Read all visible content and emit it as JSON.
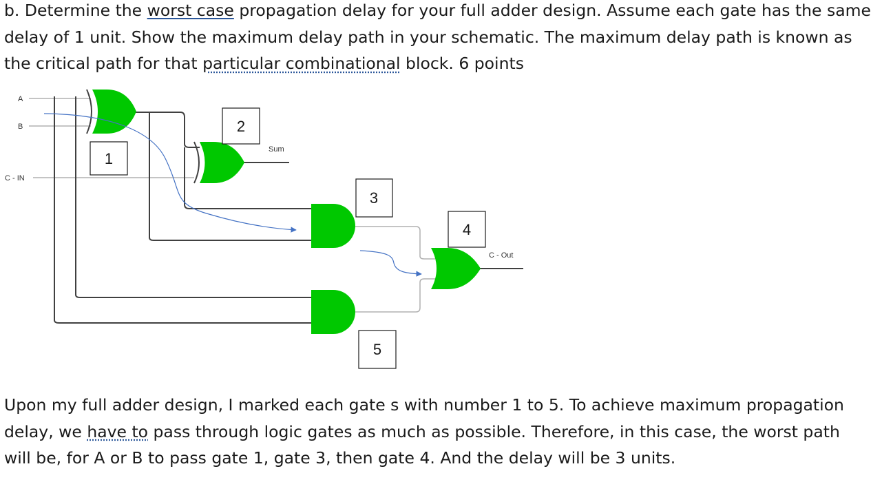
{
  "question": {
    "part1": "b. Determine the ",
    "underline1": "worst case",
    "part2": " propagation delay for your full adder design. Assume each gate has the same delay of 1 unit. Show the maximum delay path in your schematic. The maximum delay path is known as the critical path for that ",
    "underline2": "particular combinational",
    "part3": " block. 6 points"
  },
  "schematic": {
    "inputs": {
      "a": "A",
      "b": "B",
      "cin": "C - IN"
    },
    "outputs": {
      "sum": "Sum",
      "cout": "C - Out"
    },
    "gate_numbers": {
      "g1": "1",
      "g2": "2",
      "g3": "3",
      "g4": "4",
      "g5": "5"
    },
    "colors": {
      "gate_fill": "#00c800",
      "wire": "#404040",
      "wire_light": "#b0b0b0",
      "path_arrow": "#4472c4"
    }
  },
  "answer": {
    "part1": "Upon my full adder design, I marked each gate s with number 1 to 5. To achieve maximum propagation delay, we ",
    "underline1": "have to",
    "part2": " pass through logic gates as much as possible. Therefore, in this case, the worst path will be, for A or B to pass gate 1, gate 3, then gate 4. And the delay will be 3 units."
  }
}
